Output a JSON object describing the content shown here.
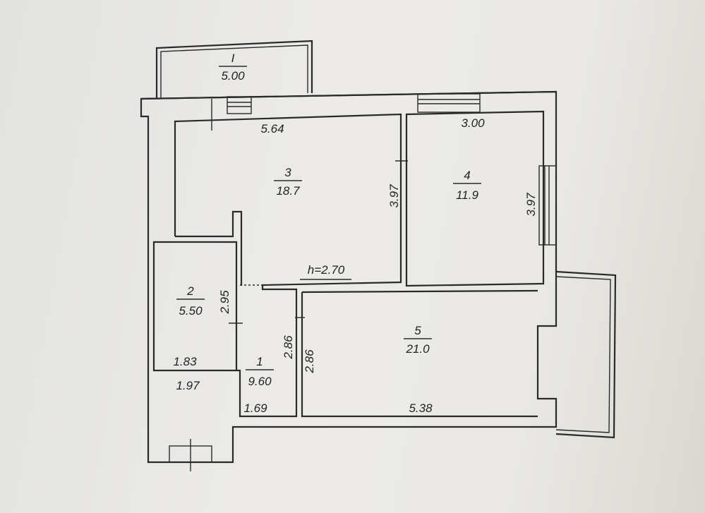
{
  "plan": {
    "ceiling_height": "h=2.70",
    "rooms": [
      {
        "number": "I",
        "area": "5.00"
      },
      {
        "number": "1",
        "area": "9.60"
      },
      {
        "number": "2",
        "area": "5.50"
      },
      {
        "number": "3",
        "area": "18.7"
      },
      {
        "number": "4",
        "area": "11.9"
      },
      {
        "number": "5",
        "area": "21.0"
      }
    ],
    "dimensions": {
      "room3_width": "5.64",
      "room4_width": "3.00",
      "room3_depth": "3.97",
      "room4_depth": "3.97",
      "room2_depth": "2.95",
      "room2_width": "1.83",
      "room1_width_top": "1.97",
      "room1_width_bottom": "1.69",
      "room1_depth": "2.86",
      "room5_depth": "2.86",
      "room5_width": "5.38"
    }
  }
}
